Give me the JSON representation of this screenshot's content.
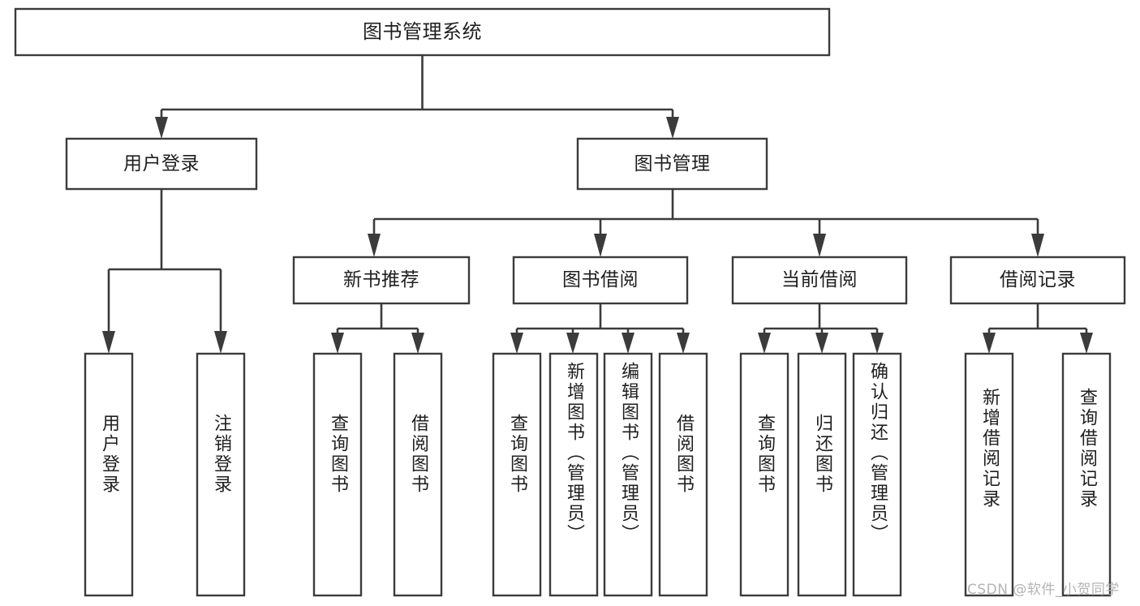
{
  "diagram": {
    "type": "tree-hierarchy-diagram",
    "title": "图书管理系统",
    "watermark": "CSDN @软件_小贺同学",
    "colors": {
      "background": "#ffffff",
      "box_stroke": "#3b3b3b",
      "box_fill": "#ffffff",
      "text": "#1f1f1f",
      "watermark": "#b4b4b4"
    },
    "levels": {
      "root": {
        "label": "图书管理系统"
      },
      "level2": [
        {
          "label": "用户登录"
        },
        {
          "label": "图书管理"
        }
      ],
      "level3": [
        {
          "label": "新书推荐"
        },
        {
          "label": "图书借阅"
        },
        {
          "label": "当前借阅"
        },
        {
          "label": "借阅记录"
        }
      ]
    },
    "leaves": {
      "user_login": [
        {
          "label": "用户登录"
        },
        {
          "label": "注销登录"
        }
      ],
      "new_book_recommend": [
        {
          "label": "查询图书"
        },
        {
          "label": "借阅图书"
        }
      ],
      "book_borrow": [
        {
          "label": "查询图书"
        },
        {
          "label": "新增图书（管理员）"
        },
        {
          "label": "编辑图书（管理员）"
        },
        {
          "label": "借阅图书"
        }
      ],
      "current_borrow": [
        {
          "label": "查询图书"
        },
        {
          "label": "归还图书"
        },
        {
          "label": "确认归还（管理员）"
        }
      ],
      "borrow_record": [
        {
          "label": "新增借阅记录"
        },
        {
          "label": "查询借阅记录"
        }
      ]
    }
  }
}
